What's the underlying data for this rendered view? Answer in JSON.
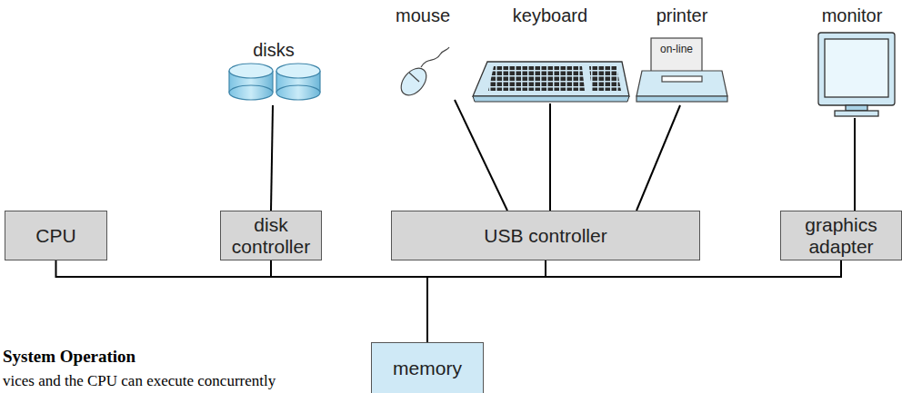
{
  "diagram": {
    "nodes": [
      {
        "text": [
          "disks"
        ]
      },
      {
        "text": [
          "mouse"
        ]
      },
      {
        "text": [
          "keyboard"
        ]
      },
      {
        "text": [
          "printer",
          "on-line"
        ]
      },
      {
        "text": [
          "monitor"
        ]
      },
      {
        "text": [
          "CPU"
        ]
      },
      {
        "text": [
          "disk controller"
        ]
      },
      {
        "text": [
          "USB controller"
        ]
      },
      {
        "text": [
          "graphics adapter"
        ]
      },
      {
        "text": [
          "memory"
        ]
      }
    ],
    "edges": [
      {
        "from": 0,
        "to": 6,
        "arrow": "none"
      },
      {
        "from": 1,
        "to": 7,
        "arrow": "none"
      },
      {
        "from": 2,
        "to": 7,
        "arrow": "none"
      },
      {
        "from": 3,
        "to": 7,
        "arrow": "none"
      },
      {
        "from": 4,
        "to": 8,
        "arrow": "none"
      },
      {
        "from": 5,
        "to": 9,
        "arrow": "none"
      },
      {
        "from": 6,
        "to": 9,
        "arrow": "none"
      },
      {
        "from": 7,
        "to": 9,
        "arrow": "none"
      },
      {
        "from": 8,
        "to": 9,
        "arrow": "none"
      }
    ],
    "labels": [
      "System Operation",
      "vices and the CPU can execute concurrently"
    ]
  }
}
